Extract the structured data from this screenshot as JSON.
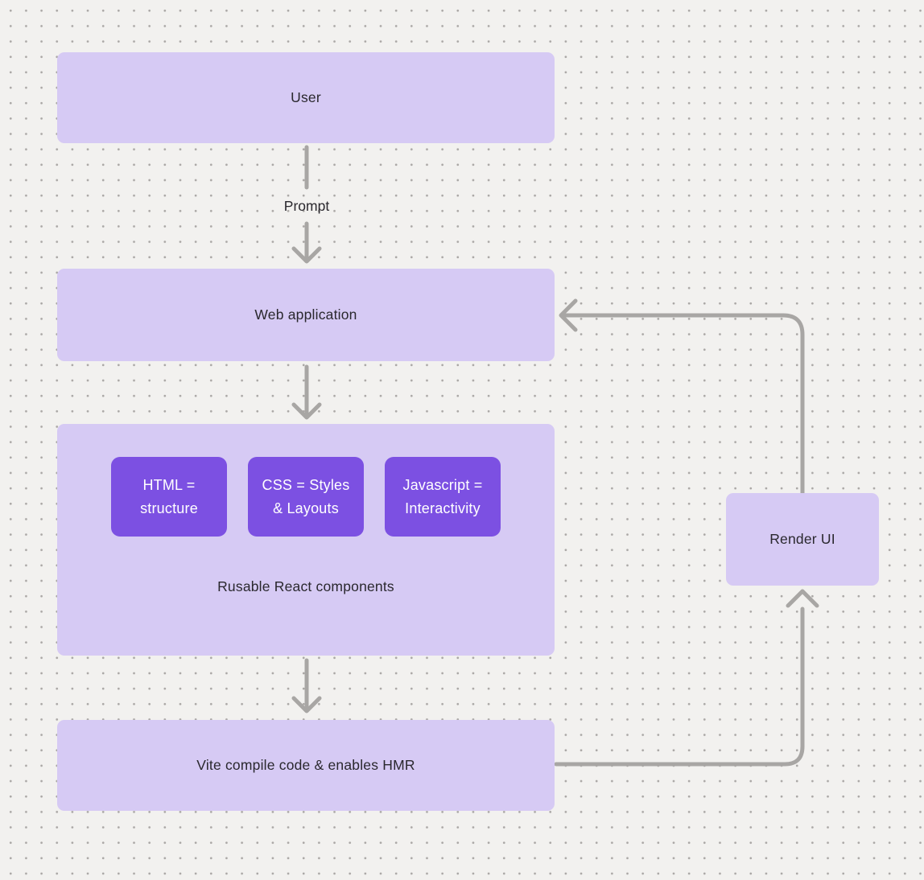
{
  "colors": {
    "background": "#f2f1ef",
    "dot_grid": "#aaa7a5",
    "node_fill_light_purple": "#d6caf4",
    "inner_node_fill_purple": "#7c50e2",
    "inner_node_text": "#ffffff",
    "node_text": "#2a282e",
    "arrow_gray": "#a8a6a4"
  },
  "nodes": {
    "user": {
      "label": "User"
    },
    "web_application": {
      "label": "Web application"
    },
    "components": {
      "caption": "Rusable React components",
      "items": [
        {
          "line1": "HTML =",
          "line2": "structure"
        },
        {
          "line1": "CSS = Styles",
          "line2": "& Layouts"
        },
        {
          "line1": "Javascript =",
          "line2": "Interactivity"
        }
      ]
    },
    "vite": {
      "label": "Vite compile code & enables HMR"
    },
    "render_ui": {
      "label": "Render UI"
    }
  },
  "edges": {
    "prompt_label": "Prompt"
  }
}
